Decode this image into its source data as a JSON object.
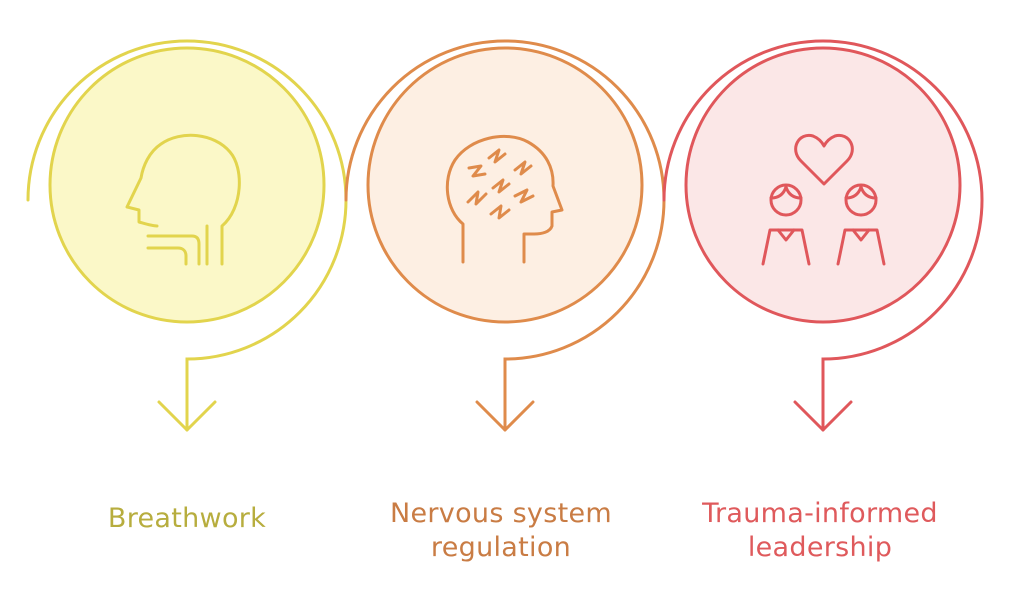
{
  "steps": [
    {
      "icon": "head-breathing-icon",
      "label_lines": [
        "Breathwork"
      ],
      "stroke": "#e2d44d",
      "fill": "#fbf8c8",
      "text_color": "#b7ad3e"
    },
    {
      "icon": "brain-nerves-icon",
      "label_lines": [
        "Nervous system",
        "regulation"
      ],
      "stroke": "#df8b4b",
      "fill": "#fdefe3",
      "text_color": "#c97c44"
    },
    {
      "icon": "two-people-heart-icon",
      "label_lines": [
        "Trauma-informed",
        "leadership"
      ],
      "stroke": "#e0575b",
      "fill": "#fbe7e7",
      "text_color": "#df5a5c"
    }
  ]
}
